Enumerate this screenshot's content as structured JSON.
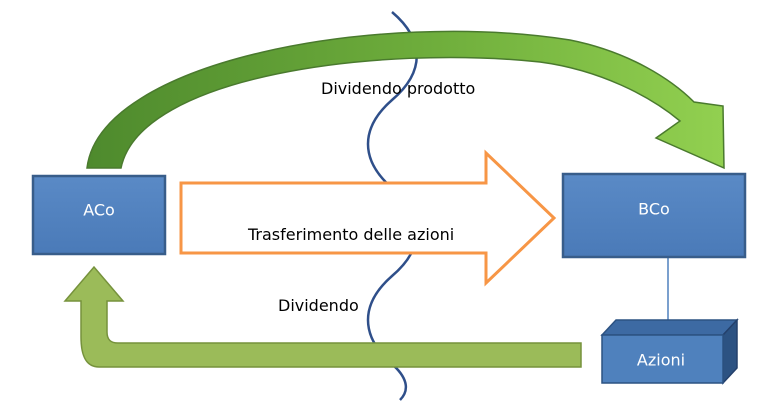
{
  "nodes": {
    "aco": "ACo",
    "bco": "BCo",
    "azioni": "Azioni"
  },
  "flows": {
    "dividendo_prodotto": "Dividendo prodotto",
    "trasferimento_azioni": "Trasferimento delle azioni",
    "dividendo": "Dividendo"
  },
  "colors": {
    "box_fill": "#4f81bd",
    "box_border": "#385d8a",
    "boundary_line": "#2f4f8a",
    "arrow_green_dark": "#4e8a2d",
    "arrow_green_light": "#92d050",
    "arrow_olive": "#9bbb59",
    "arrow_orange": "#f79646"
  }
}
